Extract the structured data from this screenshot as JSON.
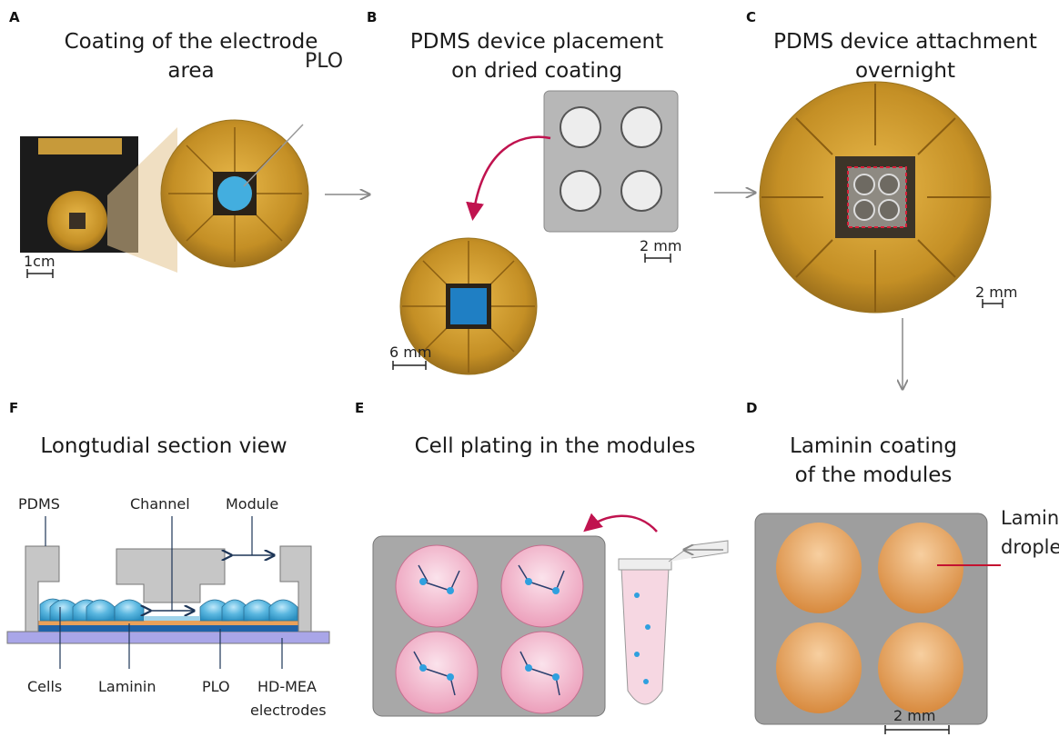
{
  "panels": {
    "A": {
      "letter": "A",
      "title_line1": "Coating of the  electrode",
      "title_line2": "area",
      "label_plo": "PLO",
      "scale": "1cm"
    },
    "B": {
      "letter": "B",
      "title_line1": "PDMS device placement",
      "title_line2": "on dried coating",
      "scale_device": "2 mm",
      "scale_chip": "6 mm"
    },
    "C": {
      "letter": "C",
      "title_line1": "PDMS device attachment",
      "title_line2": "overnight",
      "scale": "2 mm"
    },
    "D": {
      "letter": "D",
      "title_line1": "Laminin coating",
      "title_line2": "of the modules",
      "label_line1": "Laminin",
      "label_line2": "droplets",
      "scale": "2 mm"
    },
    "E": {
      "letter": "E",
      "title": "Cell plating in the modules"
    },
    "F": {
      "letter": "F",
      "title": "Longtudial section view",
      "labels": {
        "pdms": "PDMS",
        "channel": "Channel",
        "module": "Module",
        "cells": "Cells",
        "laminin": "Laminin",
        "plo": "PLO",
        "hdmea_line1": "HD-MEA",
        "hdmea_line2": "electrodes"
      }
    }
  },
  "colors": {
    "gold": "#c9952a",
    "plo_blue": "#3aa6d8",
    "accent_arrow": "#c0134f",
    "pdms_gray": "#c6c6c6",
    "laminin_orange": "#e9a15a",
    "cell_pink": "#f2b8cc",
    "base_purple": "#a9a6e8",
    "electrode_blue": "#1f63a8"
  }
}
